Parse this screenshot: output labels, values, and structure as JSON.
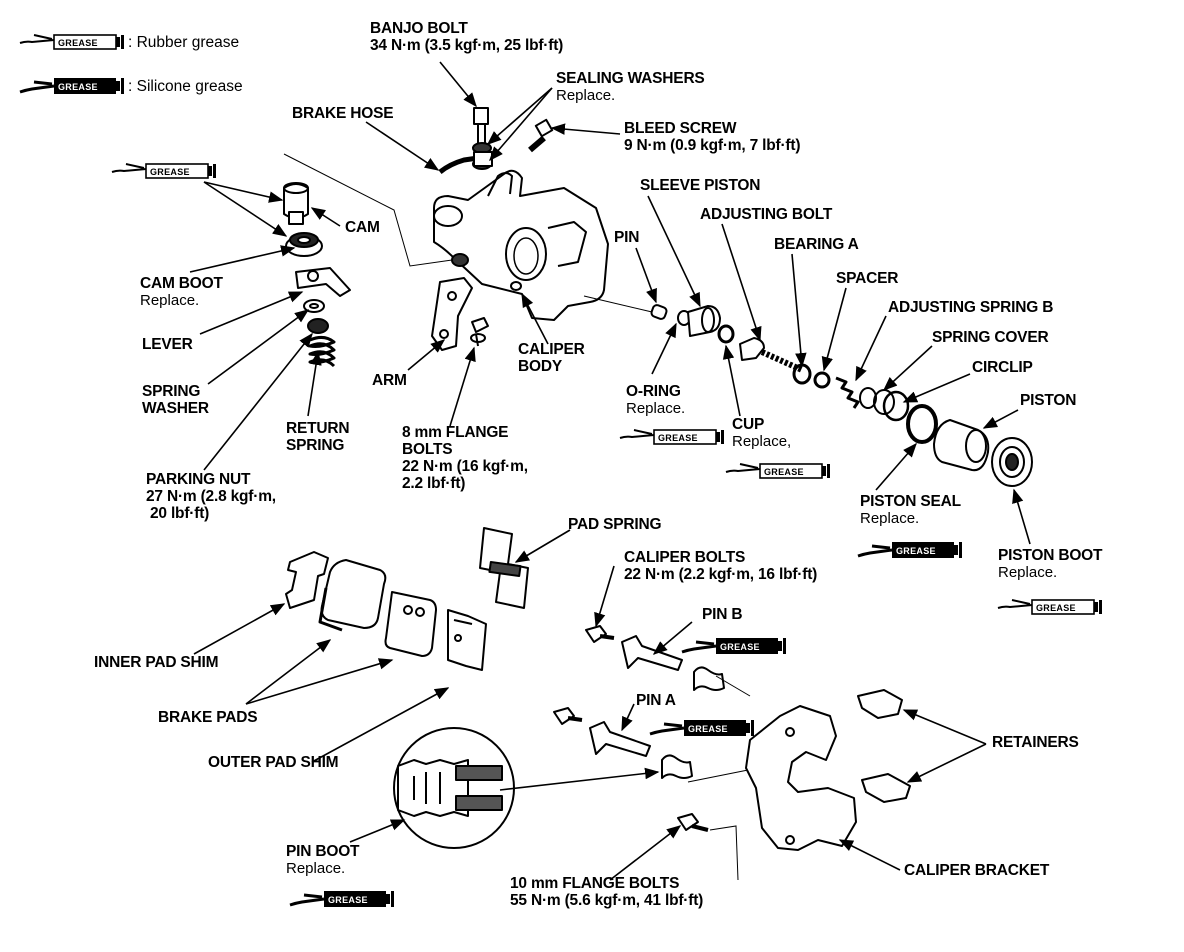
{
  "legend": {
    "rubber": "GREASE: Rubber grease",
    "silicone": "GREASE: Silicone grease",
    "rubber_text": ": Rubber grease",
    "silicone_text": ": Silicone grease",
    "grease_word": "GREASE"
  },
  "labels": {
    "banjo_bolt": {
      "title": "BANJO BOLT",
      "sub": "34 N·m (3.5 kgf·m, 25 lbf·ft)"
    },
    "sealing_washers": {
      "title": "SEALING WASHERS",
      "sub": "Replace."
    },
    "brake_hose": {
      "title": "BRAKE HOSE"
    },
    "bleed_screw": {
      "title": "BLEED SCREW",
      "sub": "9 N·m (0.9 kgf·m, 7 lbf·ft)"
    },
    "sleeve_piston": {
      "title": "SLEEVE PISTON"
    },
    "adjusting_bolt": {
      "title": "ADJUSTING BOLT"
    },
    "cam": {
      "title": "CAM"
    },
    "pin": {
      "title": "PIN"
    },
    "bearing_a": {
      "title": "BEARING A"
    },
    "spacer": {
      "title": "SPACER"
    },
    "cam_boot": {
      "title": "CAM BOOT",
      "sub": "Replace."
    },
    "adjusting_spring_b": {
      "title": "ADJUSTING SPRING B"
    },
    "spring_cover": {
      "title": "SPRING COVER"
    },
    "lever": {
      "title": "LEVER"
    },
    "caliper_body": {
      "title1": "CALIPER",
      "title2": "BODY"
    },
    "circlip": {
      "title": "CIRCLIP"
    },
    "arm": {
      "title": "ARM"
    },
    "spring_washer": {
      "title1": "SPRING",
      "title2": "WASHER"
    },
    "o_ring": {
      "title": "O-RING",
      "sub": "Replace."
    },
    "piston": {
      "title": "PISTON"
    },
    "cup": {
      "title": "CUP",
      "sub": "Replace,"
    },
    "return_spring": {
      "title1": "RETURN",
      "title2": "SPRING"
    },
    "flange_bolts_8mm": {
      "title1": "8 mm FLANGE",
      "title2": "BOLTS",
      "sub1": "22 N·m (16 kgf·m,",
      "sub2": "2.2 lbf·ft)"
    },
    "parking_nut": {
      "title": "PARKING NUT",
      "sub1": "27 N·m (2.8 kgf·m,",
      "sub2": "20 lbf·ft)"
    },
    "piston_seal": {
      "title": "PISTON SEAL",
      "sub": "Replace."
    },
    "pad_spring": {
      "title": "PAD SPRING"
    },
    "piston_boot": {
      "title": "PISTON BOOT",
      "sub": "Replace."
    },
    "caliper_bolts": {
      "title": "CALIPER BOLTS",
      "sub": "22 N·m (2.2 kgf·m, 16 lbf·ft)"
    },
    "pin_b": {
      "title": "PIN B"
    },
    "inner_pad_shim": {
      "title": "INNER PAD SHIM"
    },
    "brake_pads": {
      "title": "BRAKE PADS"
    },
    "pin_a": {
      "title": "PIN A"
    },
    "retainers": {
      "title": "RETAINERS"
    },
    "outer_pad_shim": {
      "title": "OUTER PAD SHIM"
    },
    "pin_boot": {
      "title": "PIN BOOT",
      "sub": "Replace."
    },
    "caliper_bracket": {
      "title": "CALIPER BRACKET"
    },
    "flange_bolts_10mm": {
      "title": "10 mm FLANGE BOLTS",
      "sub": "55 N·m (5.6 kgf·m, 41 lbf·ft)"
    }
  },
  "colors": {
    "ink": "#000000",
    "paper": "#ffffff"
  }
}
